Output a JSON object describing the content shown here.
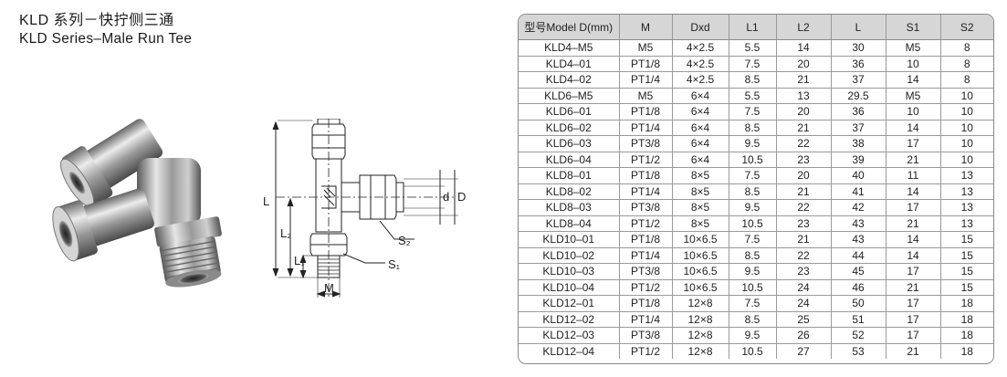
{
  "title": {
    "cn": "KLD 系列－快拧侧三通",
    "en": "KLD  Series–Male Run Tee"
  },
  "drawing_labels": {
    "L": "L",
    "L2": "L₂",
    "L1": "L₁",
    "M": "M",
    "S2": "S₂",
    "S1": "S₁",
    "d": "d",
    "D": "D"
  },
  "table": {
    "columns": [
      "型号Model D(mm)",
      "M",
      "Dxd",
      "L1",
      "L2",
      "L",
      "S1",
      "S2"
    ],
    "rows": [
      [
        "KLD4–M5",
        "M5",
        "4×2.5",
        "5.5",
        "14",
        "30",
        "M5",
        "8"
      ],
      [
        "KLD4–01",
        "PT1/8",
        "4×2.5",
        "7.5",
        "20",
        "36",
        "10",
        "8"
      ],
      [
        "KLD4–02",
        "PT1/4",
        "4×2.5",
        "8.5",
        "21",
        "37",
        "14",
        "8"
      ],
      [
        "KLD6–M5",
        "M5",
        "6×4",
        "5.5",
        "13",
        "29.5",
        "M5",
        "10"
      ],
      [
        "KLD6–01",
        "PT1/8",
        "6×4",
        "7.5",
        "20",
        "36",
        "10",
        "10"
      ],
      [
        "KLD6–02",
        "PT1/4",
        "6×4",
        "8.5",
        "21",
        "37",
        "14",
        "10"
      ],
      [
        "KLD6–03",
        "PT3/8",
        "6×4",
        "9.5",
        "22",
        "38",
        "17",
        "10"
      ],
      [
        "KLD6–04",
        "PT1/2",
        "6×4",
        "10.5",
        "23",
        "39",
        "21",
        "10"
      ],
      [
        "KLD8–01",
        "PT1/8",
        "8×5",
        "7.5",
        "20",
        "40",
        "11",
        "13"
      ],
      [
        "KLD8–02",
        "PT1/4",
        "8×5",
        "8.5",
        "21",
        "41",
        "14",
        "13"
      ],
      [
        "KLD8–03",
        "PT3/8",
        "8×5",
        "9.5",
        "22",
        "42",
        "17",
        "13"
      ],
      [
        "KLD8–04",
        "PT1/2",
        "8×5",
        "10.5",
        "23",
        "43",
        "21",
        "13"
      ],
      [
        "KLD10–01",
        "PT1/8",
        "10×6.5",
        "7.5",
        "21",
        "43",
        "14",
        "15"
      ],
      [
        "KLD10–02",
        "PT1/4",
        "10×6.5",
        "8.5",
        "22",
        "44",
        "14",
        "15"
      ],
      [
        "KLD10–03",
        "PT3/8",
        "10×6.5",
        "9.5",
        "23",
        "45",
        "17",
        "15"
      ],
      [
        "KLD10–04",
        "PT1/2",
        "10×6.5",
        "10.5",
        "24",
        "46",
        "21",
        "15"
      ],
      [
        "KLD12–01",
        "PT1/8",
        "12×8",
        "7.5",
        "24",
        "50",
        "17",
        "18"
      ],
      [
        "KLD12–02",
        "PT1/4",
        "12×8",
        "8.5",
        "25",
        "51",
        "17",
        "18"
      ],
      [
        "KLD12–03",
        "PT3/8",
        "12×8",
        "9.5",
        "26",
        "52",
        "17",
        "18"
      ],
      [
        "KLD12–04",
        "PT1/2",
        "12×8",
        "10.5",
        "27",
        "53",
        "21",
        "18"
      ]
    ]
  }
}
